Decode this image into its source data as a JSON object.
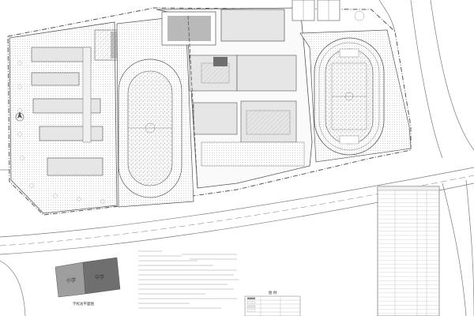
{
  "labels": {
    "plot_left": "小学",
    "plot_right": "中学",
    "location_caption": "学校总平面图",
    "legend_heading": "图 例"
  },
  "colors": {
    "line": "#555555",
    "light_line": "#9a9a9a",
    "hatch": "#bdbdbd",
    "building_fill": "#e6e6e6",
    "dark_fill": "#8a8a8a",
    "road_line": "#7a7a7a",
    "location_left": "#9e9e9e",
    "location_right": "#6f6f6f",
    "background": "#ffffff"
  }
}
